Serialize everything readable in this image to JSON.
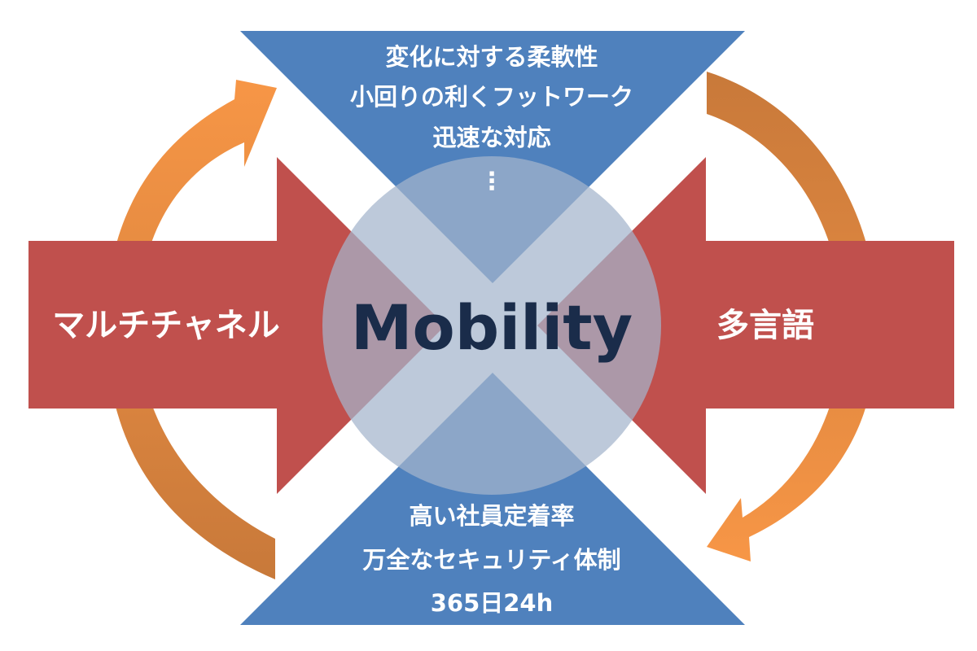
{
  "center": {
    "label": "Mobility"
  },
  "left_arrow": {
    "label": "マルチチャネル"
  },
  "right_arrow": {
    "label": "多言語"
  },
  "top_triangle": {
    "lines": [
      "変化に対する柔軟性",
      "小回りの利くフットワーク",
      "迅速な対応",
      "⋮"
    ]
  },
  "bottom_triangle": {
    "lines": [
      "高い社員定着率",
      "万全なセキュリティ体制",
      "365日24h"
    ]
  },
  "colors": {
    "red_arrow": "#c0504d",
    "blue_triangle": "#4f81bd",
    "circle": "#a3b4cc",
    "orange_light": "#f79646",
    "orange_dark": "#c8793a",
    "center_text": "#1a2c4a"
  }
}
